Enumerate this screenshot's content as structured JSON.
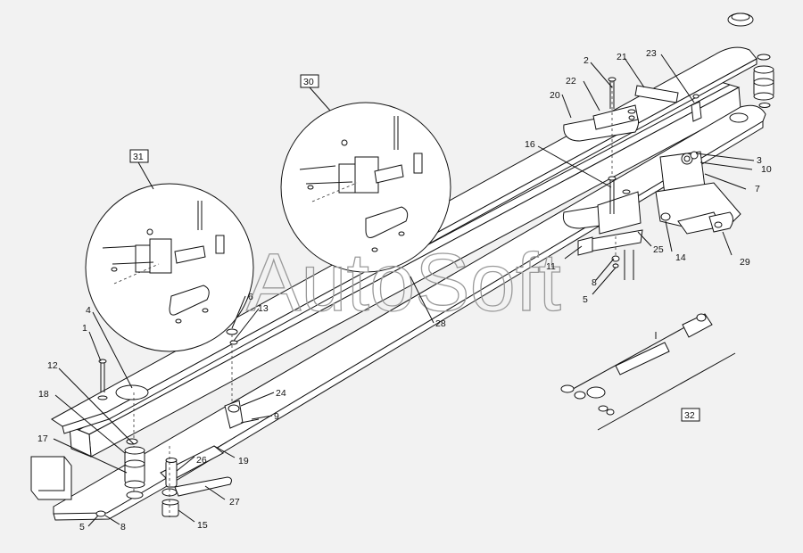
{
  "watermark": "AutoSoft",
  "callouts": [
    {
      "id": "c1",
      "text": "1"
    },
    {
      "id": "c2",
      "text": "2"
    },
    {
      "id": "c3",
      "text": "3"
    },
    {
      "id": "c4",
      "text": "4"
    },
    {
      "id": "c5a",
      "text": "5"
    },
    {
      "id": "c5b",
      "text": "5"
    },
    {
      "id": "c6",
      "text": "6"
    },
    {
      "id": "c7",
      "text": "7"
    },
    {
      "id": "c8a",
      "text": "8"
    },
    {
      "id": "c8b",
      "text": "8"
    },
    {
      "id": "c9",
      "text": "9"
    },
    {
      "id": "c10",
      "text": "10"
    },
    {
      "id": "c11",
      "text": "11"
    },
    {
      "id": "c12",
      "text": "12"
    },
    {
      "id": "c13",
      "text": "13"
    },
    {
      "id": "c14",
      "text": "14"
    },
    {
      "id": "c15",
      "text": "15"
    },
    {
      "id": "c16",
      "text": "16"
    },
    {
      "id": "c17",
      "text": "17"
    },
    {
      "id": "c18",
      "text": "18"
    },
    {
      "id": "c19",
      "text": "19"
    },
    {
      "id": "c20",
      "text": "20"
    },
    {
      "id": "c21",
      "text": "21"
    },
    {
      "id": "c22",
      "text": "22"
    },
    {
      "id": "c23",
      "text": "23"
    },
    {
      "id": "c24",
      "text": "24"
    },
    {
      "id": "c25",
      "text": "25"
    },
    {
      "id": "c26",
      "text": "26"
    },
    {
      "id": "c27",
      "text": "27"
    },
    {
      "id": "c28",
      "text": "28"
    },
    {
      "id": "c29",
      "text": "29"
    }
  ],
  "boxed_callouts": [
    {
      "id": "b30",
      "text": "30"
    },
    {
      "id": "b31",
      "text": "31"
    },
    {
      "id": "b32",
      "text": "32"
    }
  ]
}
